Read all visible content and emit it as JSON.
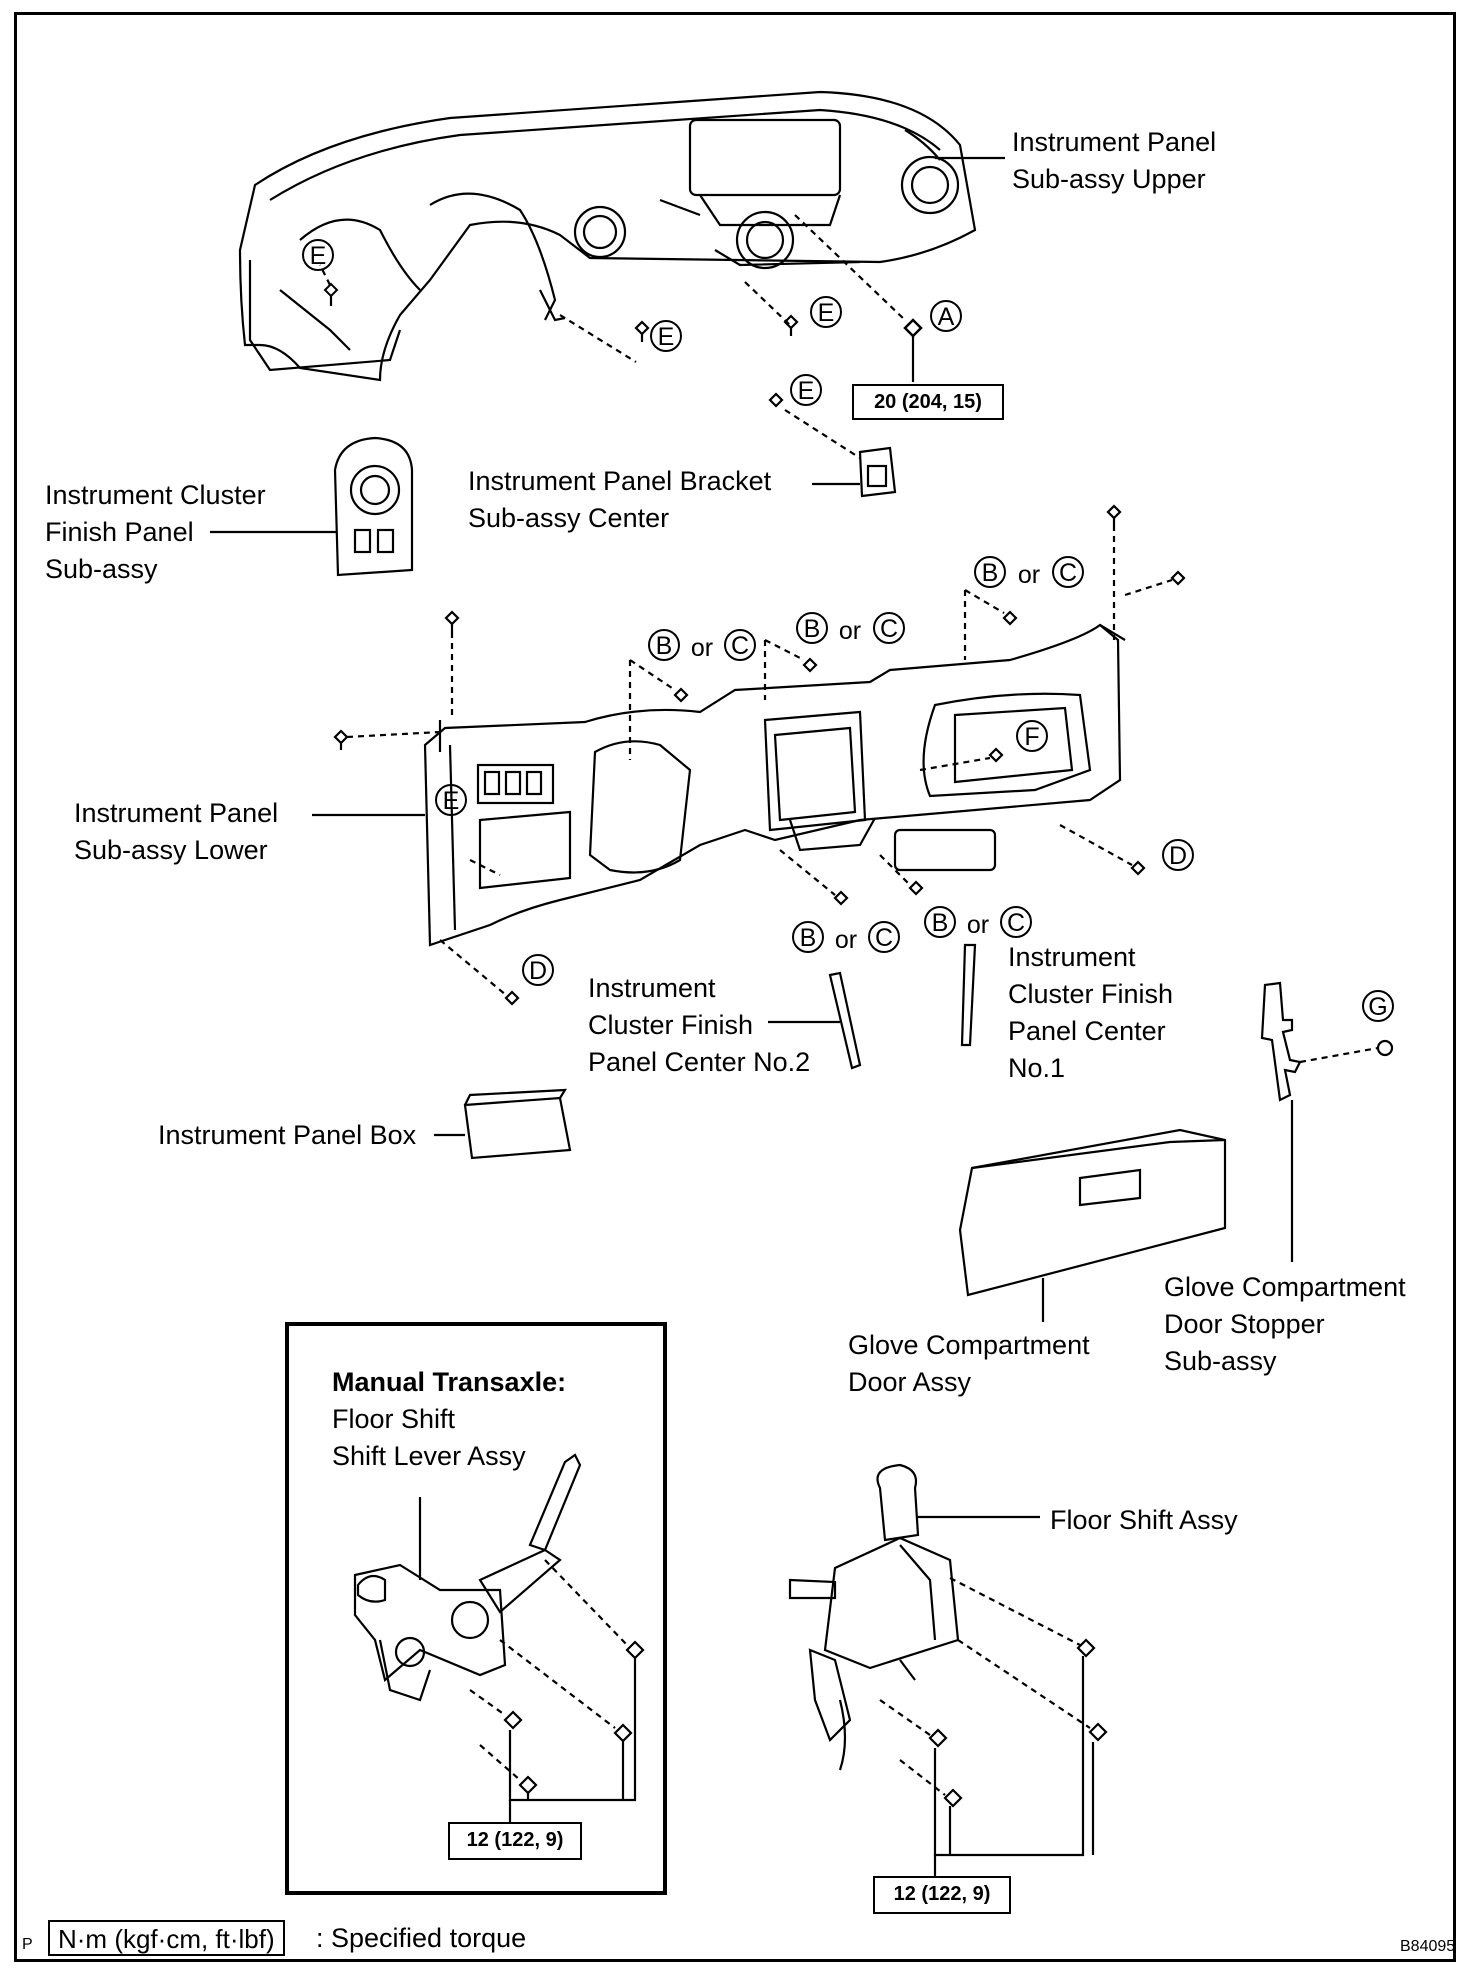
{
  "labels": {
    "panel_upper": [
      "Instrument Panel",
      "Sub-assy Upper"
    ],
    "cluster_finish": [
      "Instrument Cluster",
      "Finish Panel",
      "Sub-assy"
    ],
    "bracket_center": [
      "Instrument Panel Bracket",
      "Sub-assy Center"
    ],
    "panel_lower": [
      "Instrument Panel",
      "Sub-assy Lower"
    ],
    "center_no2": [
      "Instrument",
      "Cluster Finish",
      "Panel Center No.2"
    ],
    "center_no1": [
      "Instrument",
      "Cluster Finish",
      "Panel Center",
      "No.1"
    ],
    "panel_box": "Instrument Panel Box",
    "glove_stopper": [
      "Glove Compartment",
      "Door Stopper",
      "Sub-assy"
    ],
    "glove_door": [
      "Glove Compartment",
      "Door Assy"
    ],
    "floor_shift": "Floor Shift Assy",
    "manual": {
      "title": "Manual Transaxle:",
      "lines": [
        "Floor Shift",
        "Shift Lever Assy"
      ]
    }
  },
  "torque": {
    "upper": "20 (204, 15)",
    "manual": "12 (122, 9)",
    "auto": "12 (122, 9)"
  },
  "callouts": {
    "A": "A",
    "B": "B",
    "C": "C",
    "D": "D",
    "E": "E",
    "F": "F",
    "G": "G",
    "or": "or"
  },
  "legend": {
    "unit": "N·m (kgf·cm, ft·lbf)",
    "text": ": Specified torque"
  },
  "corner_left": "P",
  "figure_code": "B84095"
}
